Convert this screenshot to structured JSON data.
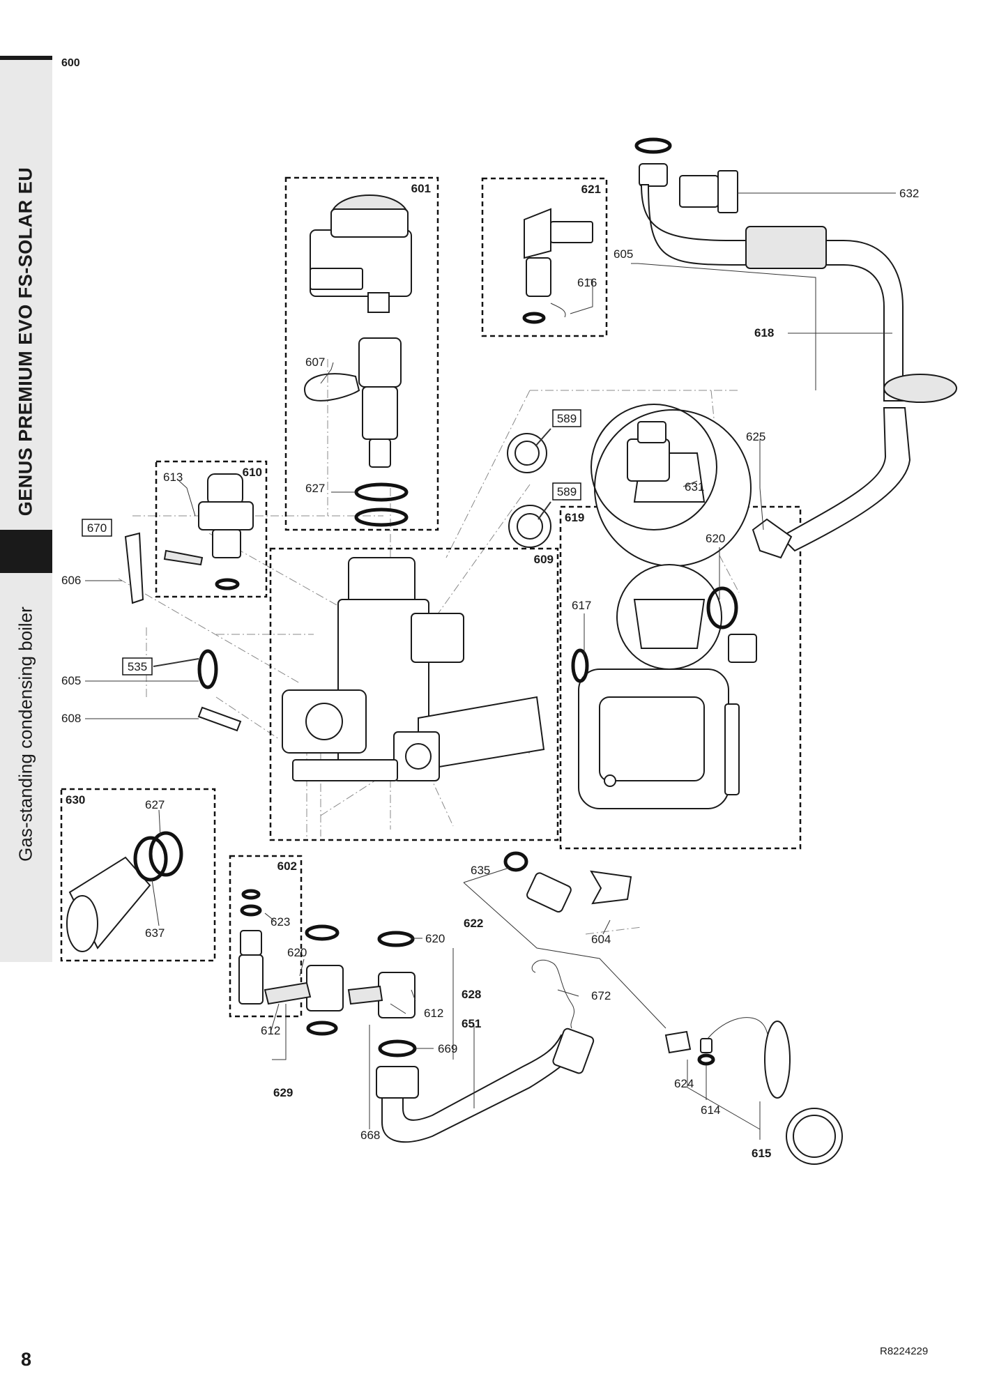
{
  "sidebar": {
    "title": "GENUS PREMIUM EVO FS-SOLAR EU",
    "subtitle": "Gas-standing condensing boiler"
  },
  "page": {
    "section_code": "600",
    "page_number": "8",
    "doc_ref": "R8224229"
  },
  "groups": {
    "g601": "601",
    "g621": "621",
    "g610": "610",
    "g609": "609",
    "g619": "619",
    "g630": "630",
    "g602": "602"
  },
  "labels": {
    "l632": "632",
    "l605a": "605",
    "l616": "616",
    "l618": "618",
    "l607": "607",
    "l625": "625",
    "l613": "613",
    "l627a": "627",
    "l631": "631",
    "l620a": "620",
    "l606": "606",
    "l617": "617",
    "l605b": "605",
    "l608": "608",
    "l627b": "627",
    "l637": "637",
    "l635": "635",
    "l622": "622",
    "l604": "604",
    "l623": "623",
    "l620b": "620",
    "l620c": "620",
    "l628": "628",
    "l612a": "612",
    "l672": "672",
    "l612b": "612",
    "l651": "651",
    "l669": "669",
    "l629": "629",
    "l624": "624",
    "l614": "614",
    "l668": "668",
    "l615": "615"
  },
  "ref_boxes": {
    "r589a": "589",
    "r589b": "589",
    "r670": "670",
    "r535": "535"
  }
}
